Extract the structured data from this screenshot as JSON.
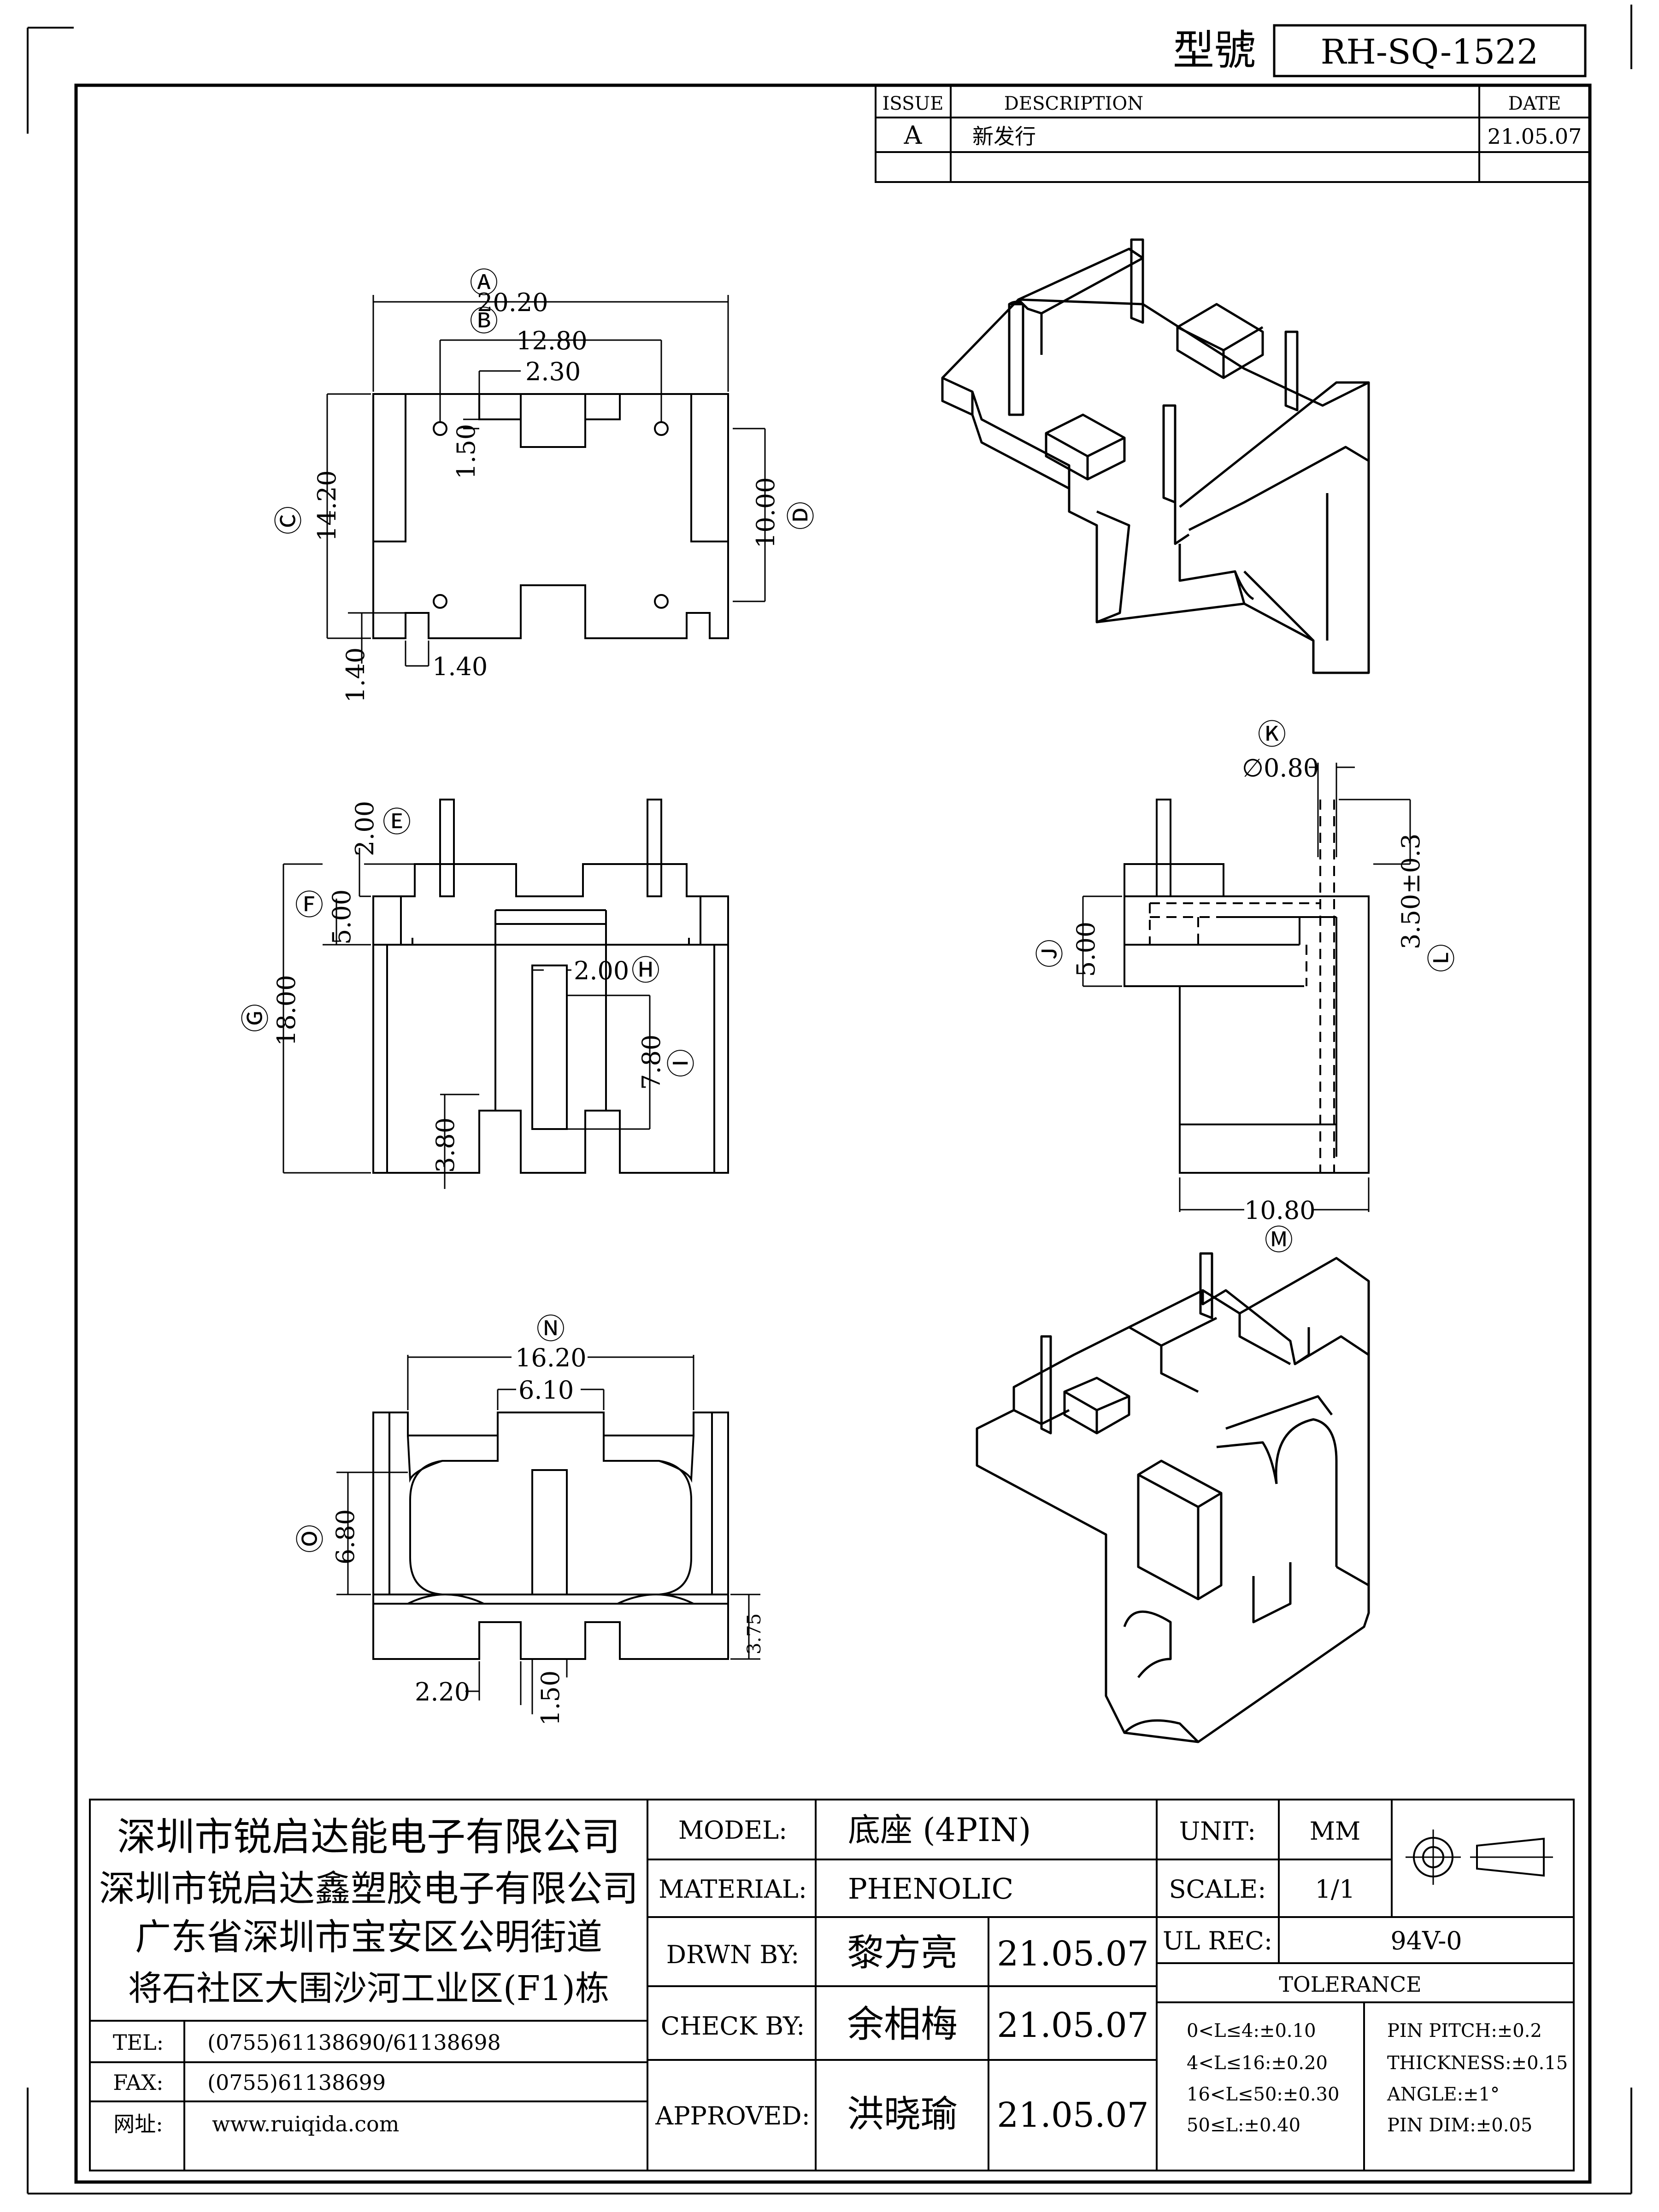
{
  "title_block": {
    "model_no_label": "型號",
    "model_no": "RH-SQ-1522"
  },
  "revision": {
    "headers": [
      "ISSUE",
      "DESCRIPTION",
      "DATE"
    ],
    "rows": [
      {
        "issue": "A",
        "description": "新发行",
        "date": "21.05.07"
      }
    ]
  },
  "dimensions": {
    "top_view": {
      "A_label": "Ⓐ",
      "A": "20.20",
      "B_label": "Ⓑ",
      "B": "12.80",
      "w230": "2.30",
      "h150": "1.50",
      "C_label": "Ⓒ",
      "C": "14.20",
      "D_label": "Ⓓ",
      "D": "10.00",
      "b140v": "1.40",
      "b140h": "1.40"
    },
    "front_view": {
      "E_label": "Ⓔ",
      "E": "2.00",
      "F_label": "Ⓕ",
      "F": "5.00",
      "G_label": "Ⓖ",
      "G": "18.00",
      "H_label": "Ⓗ",
      "H": "2.00",
      "I_label": "Ⓘ",
      "I": "7.80",
      "v380": "3.80"
    },
    "side_view": {
      "K_label": "Ⓚ",
      "K": "∅0.80",
      "J_label": "Ⓙ",
      "J": "5.00",
      "L_label": "Ⓛ",
      "L": "3.50±0.3",
      "M_label": "Ⓜ",
      "M": "10.80"
    },
    "bottom_view": {
      "N_label": "Ⓝ",
      "N": "16.20",
      "w610": "6.10",
      "O_label": "Ⓞ",
      "O": "6.80",
      "h375": "3.75",
      "w220": "2.20",
      "w150": "1.50"
    }
  },
  "company": {
    "lines": [
      "深圳市锐启达能电子有限公司",
      "深圳市锐启达鑫塑胶电子有限公司",
      "广东省深圳市宝安区公明街道",
      "将石社区大围沙河工业区(F1)栋"
    ],
    "contacts": [
      {
        "label": "TEL:",
        "value": "(0755)61138690/61138698"
      },
      {
        "label": "FAX:",
        "value": "(0755)61138699"
      },
      {
        "label": "网址:",
        "value": "www.ruiqida.com"
      }
    ]
  },
  "info": {
    "model_label": "MODEL:",
    "model_value": "底座 (4PIN)",
    "material_label": "MATERIAL:",
    "material_value": "PHENOLIC",
    "drawn_label": "DRWN BY:",
    "drawn_name": "黎方亮",
    "drawn_date": "21.05.07",
    "check_label": "CHECK BY:",
    "check_name": "余相梅",
    "check_date": "21.05.07",
    "approved_label": "APPROVED:",
    "approved_name": "洪晓瑜",
    "approved_date": "21.05.07",
    "unit_label": "UNIT:",
    "unit_value": "MM",
    "scale_label": "SCALE:",
    "scale_value": "1/1",
    "ul_label": "UL REC:",
    "ul_value": "94V-0",
    "tolerance_title": "TOLERANCE",
    "tol_left": [
      "0<L≤4:±0.10",
      "4<L≤16:±0.20",
      "16<L≤50:±0.30",
      "50≤L:±0.40"
    ],
    "tol_right": [
      "PIN PITCH:±0.2",
      "THICKNESS:±0.15",
      "ANGLE:±1°",
      "PIN DIM:±0.05"
    ]
  }
}
